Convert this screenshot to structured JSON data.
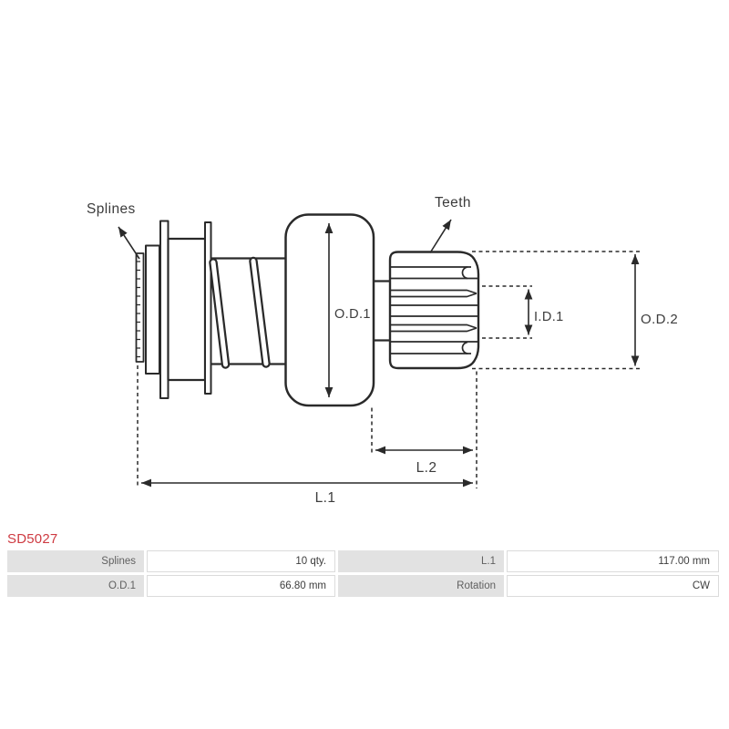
{
  "diagram": {
    "callouts": {
      "splines": "Splines",
      "teeth": "Teeth"
    },
    "dimensions": {
      "od1": "O.D.1",
      "id1": "I.D.1",
      "od2": "O.D.2",
      "l1": "L.1",
      "l2": "L.2"
    }
  },
  "part_number": "SD5027",
  "spec_table": {
    "row1": {
      "label_a": "Splines",
      "value_a": "10 qty.",
      "label_b": "L.1",
      "value_b": "117.00 mm"
    },
    "row2": {
      "label_a": "O.D.1",
      "value_a": "66.80 mm",
      "label_b": "Rotation",
      "value_b": "CW"
    }
  },
  "colors": {
    "line": "#2a2a2a",
    "label_text": "#3c3c3c",
    "part_number_red": "#ce3a41",
    "table_label_bg": "#e2e2e2",
    "table_label_text": "#606060",
    "table_value_text": "#3d3d3d",
    "table_border": "#dbdbdb"
  }
}
